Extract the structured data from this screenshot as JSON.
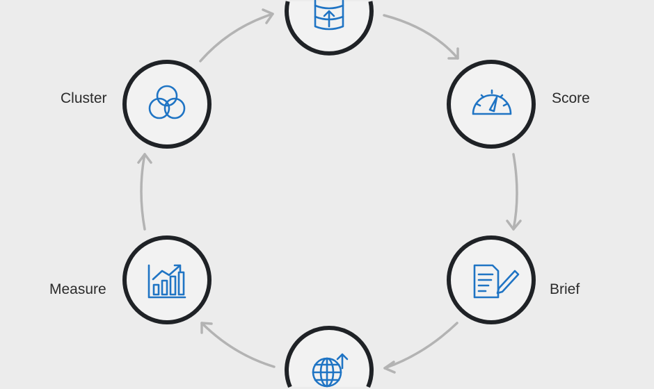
{
  "title": "Cycle diagram",
  "nodes": [
    {
      "id": "ingest",
      "label": "",
      "icon": "database-upload-icon"
    },
    {
      "id": "score",
      "label": "Score",
      "icon": "gauge-icon"
    },
    {
      "id": "brief",
      "label": "Brief",
      "icon": "document-pen-icon"
    },
    {
      "id": "publish",
      "label": "",
      "icon": "globe-upload-icon"
    },
    {
      "id": "measure",
      "label": "Measure",
      "icon": "bar-chart-growth-icon"
    },
    {
      "id": "cluster",
      "label": "Cluster",
      "icon": "venn-circles-icon"
    }
  ],
  "colors": {
    "accent": "#1f74c4",
    "ring": "#1f2226",
    "arrow": "#b3b3b3",
    "background": "#ececec"
  }
}
